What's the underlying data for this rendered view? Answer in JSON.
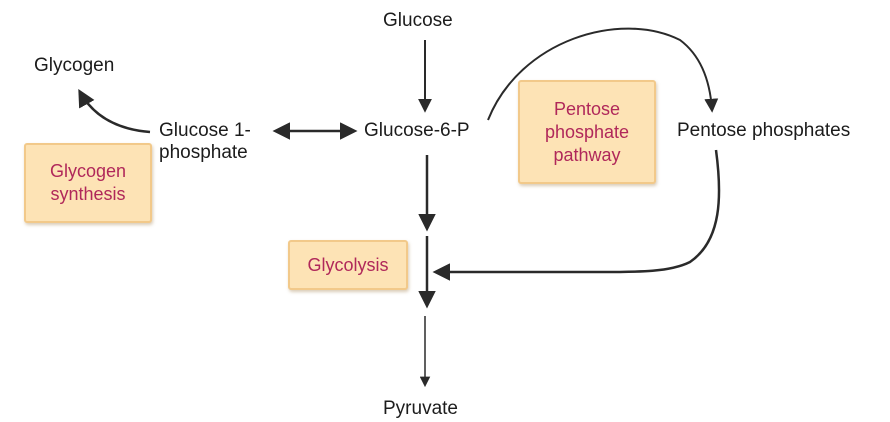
{
  "nodes": {
    "glucose": "Glucose",
    "glycogen": "Glycogen",
    "glucose_1_phosphate": "Glucose 1-\nphosphate",
    "glucose_6_p": "Glucose-6-P",
    "pentose_phosphates": "Pentose phosphates",
    "pyruvate": "Pyruvate"
  },
  "pathways": {
    "glycogen_synthesis": "Glycogen\nsynthesis",
    "pentose_phosphate_pathway": "Pentose\nphosphate\npathway",
    "glycolysis": "Glycolysis"
  },
  "colors": {
    "arrow": "#2a2a2a",
    "box_fill": "#fde3b5",
    "box_border": "#f2c98a",
    "pathway_text": "#b0285a",
    "node_text": "#1c1c1c"
  }
}
